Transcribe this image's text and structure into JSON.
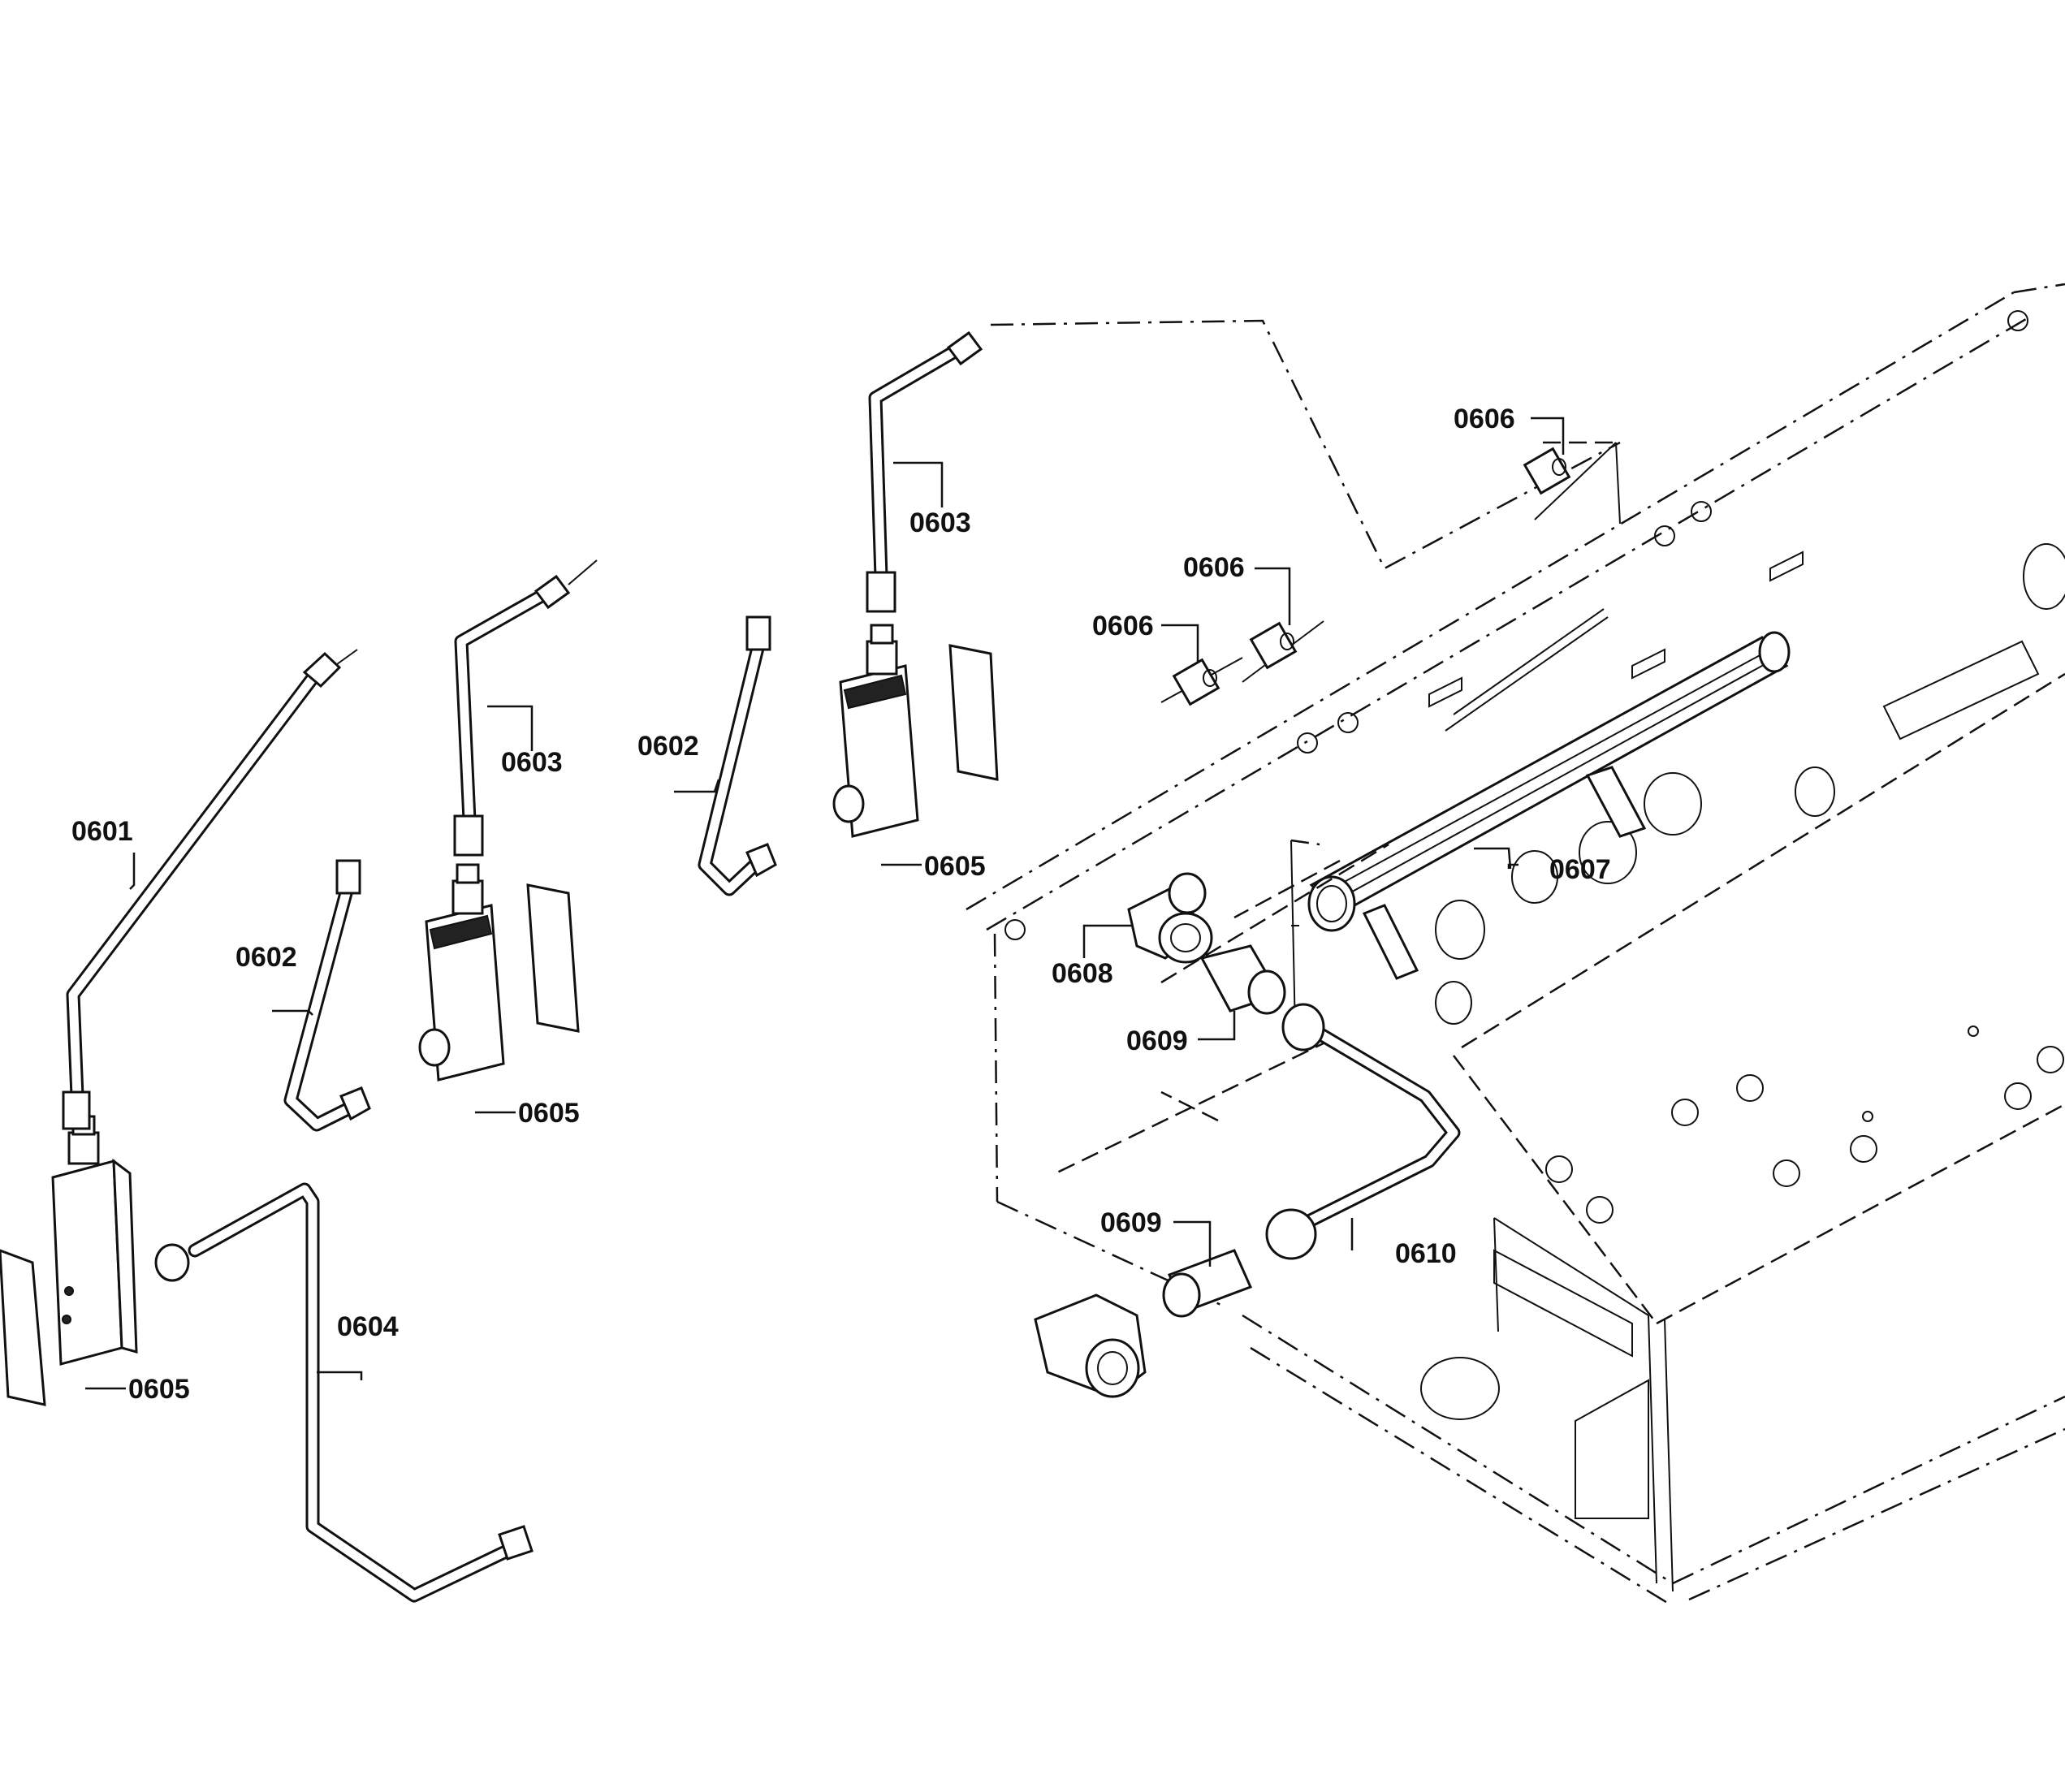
{
  "callouts": [
    {
      "id": "c1",
      "label": "0601"
    },
    {
      "id": "c2",
      "label": "0602"
    },
    {
      "id": "c3",
      "label": "0602"
    },
    {
      "id": "c4",
      "label": "0603"
    },
    {
      "id": "c5",
      "label": "0603"
    },
    {
      "id": "c6",
      "label": "0604"
    },
    {
      "id": "c7",
      "label": "0605"
    },
    {
      "id": "c8",
      "label": "0605"
    },
    {
      "id": "c9",
      "label": "0605"
    },
    {
      "id": "c10",
      "label": "0606"
    },
    {
      "id": "c11",
      "label": "0606"
    },
    {
      "id": "c12",
      "label": "0606"
    },
    {
      "id": "c13",
      "label": "0607"
    },
    {
      "id": "c14",
      "label": "0608"
    },
    {
      "id": "c15",
      "label": "0609"
    },
    {
      "id": "c16",
      "label": "0609"
    },
    {
      "id": "c17",
      "label": "0610"
    }
  ]
}
